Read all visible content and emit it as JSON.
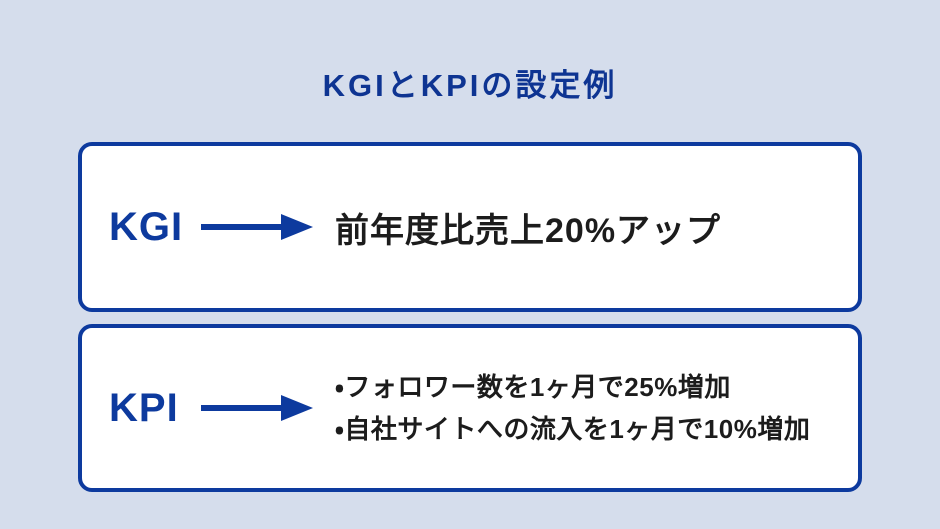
{
  "colors": {
    "bg": "#d5ddec",
    "accent": "#0d3a9e",
    "title": "#0e3492",
    "card-bg": "#ffffff",
    "text": "#1c1c1c"
  },
  "title": "KGIとKPIの設定例",
  "boxes": [
    {
      "label": "KGI",
      "lines": [
        "前年度比売上20%アップ"
      ]
    },
    {
      "label": "KPI",
      "lines": [
        "・フォロワー数を1ヶ月で25%増加",
        "・自社サイトへの流入を1ヶ月で10%増加"
      ]
    }
  ]
}
